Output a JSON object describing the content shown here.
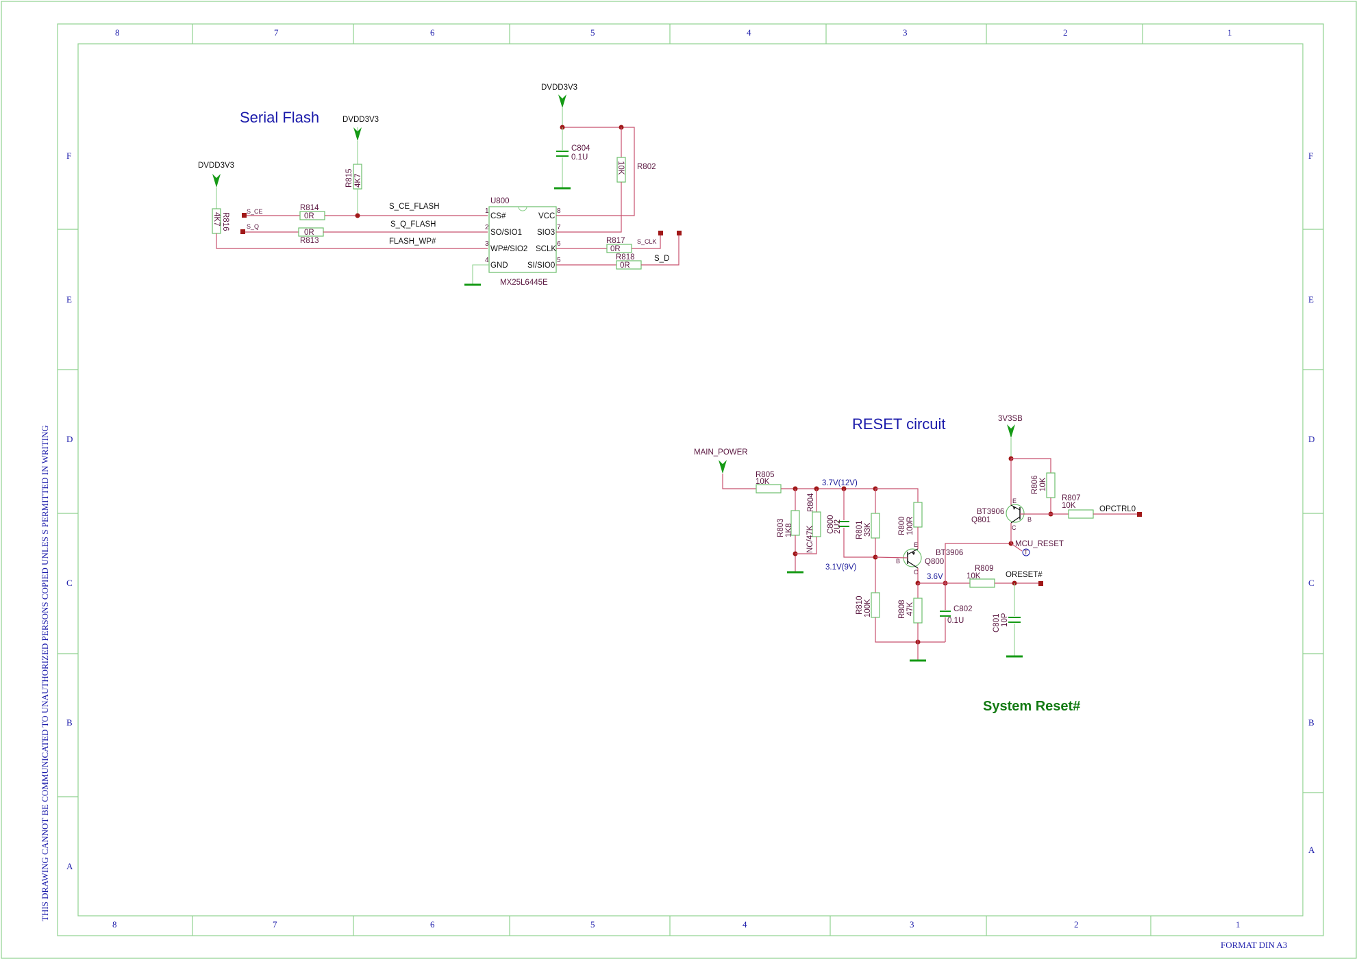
{
  "frame": {
    "columns_top": [
      "8",
      "7",
      "6",
      "5",
      "4",
      "3",
      "2",
      "1"
    ],
    "columns_bottom": [
      "8",
      "7",
      "6",
      "5",
      "4",
      "3",
      "2",
      "1"
    ],
    "rows_left": [
      "F",
      "E",
      "D",
      "C",
      "B",
      "A"
    ],
    "rows_right": [
      "F",
      "E",
      "D",
      "C",
      "B",
      "A"
    ],
    "side_note": "THIS DRAWING CANNOT BE COMMUNICATED TO UNAUTHORIZED PERSONS COPIED UNLES S PERMITTED IN WRITING",
    "format": "FORMAT DIN A3"
  },
  "serial_flash": {
    "title": "Serial Flash",
    "power_labels": [
      "DVDD3V3",
      "DVDD3V3",
      "DVDD3V3"
    ],
    "ic": {
      "ref": "U800",
      "part": "MX25L6445E",
      "left_pins": [
        {
          "num": "1",
          "name": "CS#"
        },
        {
          "num": "2",
          "name": "SO/SIO1"
        },
        {
          "num": "3",
          "name": "WP#/SIO2"
        },
        {
          "num": "4",
          "name": "GND"
        }
      ],
      "right_pins": [
        {
          "num": "8",
          "name": "VCC"
        },
        {
          "num": "7",
          "name": "SIO3"
        },
        {
          "num": "6",
          "name": "SCLK"
        },
        {
          "num": "5",
          "name": "SI/SIO0"
        }
      ]
    },
    "nets": {
      "s_ce_flash": "S_CE_FLASH",
      "s_q_flash": "S_Q_FLASH",
      "flash_wp": "FLASH_WP#"
    },
    "ports": {
      "s_ce": "S_CE",
      "s_q": "S_Q",
      "s_clk": "S_CLK",
      "s_d": "S_D"
    },
    "parts": {
      "r814": {
        "ref": "R814",
        "value": "0R"
      },
      "r813": {
        "ref": "R813",
        "value": "0R"
      },
      "r815": {
        "ref": "R815",
        "value": "4K7"
      },
      "r816": {
        "ref": "R816",
        "value": "4K7"
      },
      "r817": {
        "ref": "R817",
        "value": "0R"
      },
      "r818": {
        "ref": "R818",
        "value": "0R"
      },
      "r802": {
        "ref": "R802",
        "value": "10K"
      },
      "c804": {
        "ref": "C804",
        "value": "0.1U"
      }
    }
  },
  "reset": {
    "title": "RESET circuit",
    "subtitle": "System Reset#",
    "power_labels": {
      "main": "MAIN_POWER",
      "sb": "3V3SB"
    },
    "nodes": {
      "v1": "3.7V(12V)",
      "v2": "3.1V(9V)",
      "v3": "3.6V"
    },
    "nets": {
      "mcu_reset": "MCU_RESET",
      "oreset": "ORESET#",
      "opctrl": "OPCTRL0"
    },
    "parts": {
      "r805": {
        "ref": "R805",
        "value": "10K"
      },
      "r803": {
        "ref": "R803",
        "value": "1K8"
      },
      "r804": {
        "ref": "R804",
        "value": "NC/47K"
      },
      "c800": {
        "ref": "C800",
        "value": "2U2"
      },
      "r801": {
        "ref": "R801",
        "value": "33K"
      },
      "r800": {
        "ref": "R800",
        "value": "100R"
      },
      "r810": {
        "ref": "R810",
        "value": "100K"
      },
      "r808": {
        "ref": "R808",
        "value": "47K"
      },
      "c802": {
        "ref": "C802",
        "value": "0.1U"
      },
      "r809": {
        "ref": "R809",
        "value": "10K"
      },
      "c801": {
        "ref": "C801",
        "value": "10P"
      },
      "r806": {
        "ref": "R806",
        "value": "10K"
      },
      "r807": {
        "ref": "R807",
        "value": "10K"
      },
      "q800": {
        "ref": "Q800",
        "value": "BT3906"
      },
      "q801": {
        "ref": "Q801",
        "value": "BT3906"
      }
    },
    "transistor_pins": {
      "e": "E",
      "b": "B",
      "c": "C"
    },
    "test_point": "T"
  }
}
